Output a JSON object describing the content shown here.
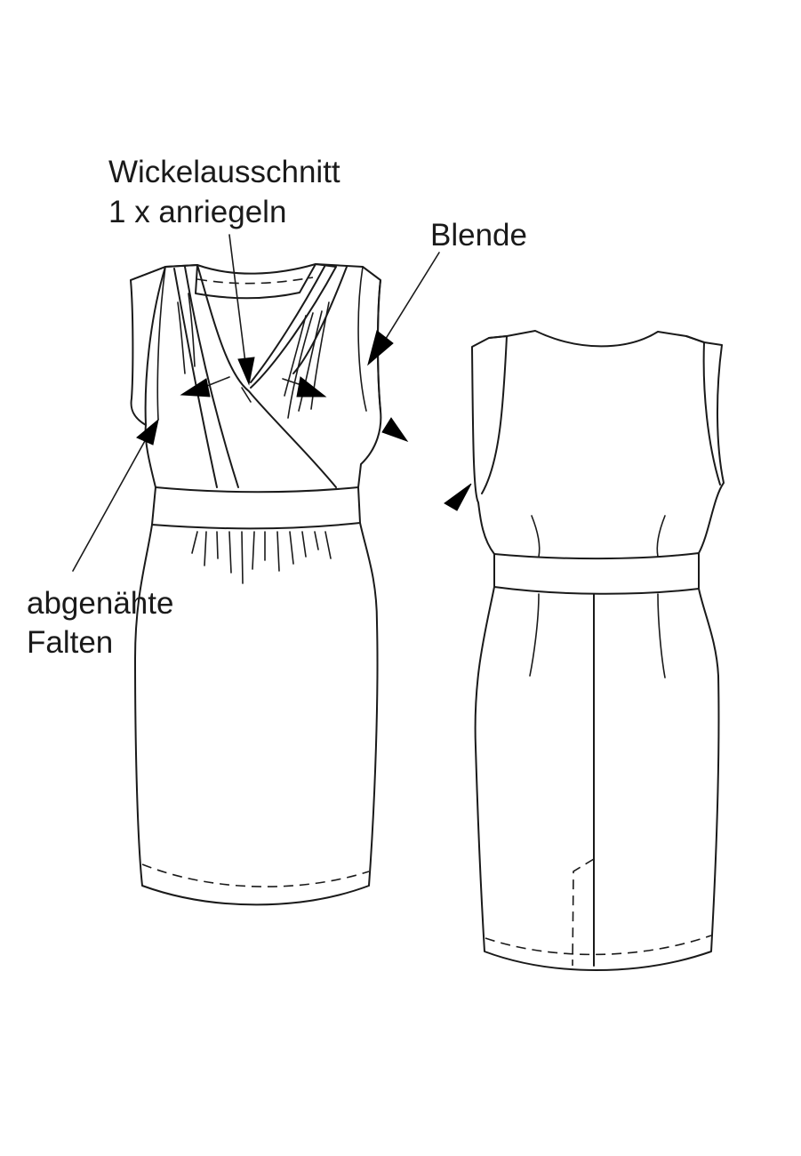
{
  "labels": {
    "wrap_neckline_line1": "Wickelausschnitt",
    "wrap_neckline_line2": "1 x anriegeln",
    "facing": "Blende",
    "sewn_pleats_line1": "abgenähte",
    "sewn_pleats_line2": "Falten"
  },
  "colors": {
    "line": "#1a1a1a",
    "background": "#ffffff"
  }
}
